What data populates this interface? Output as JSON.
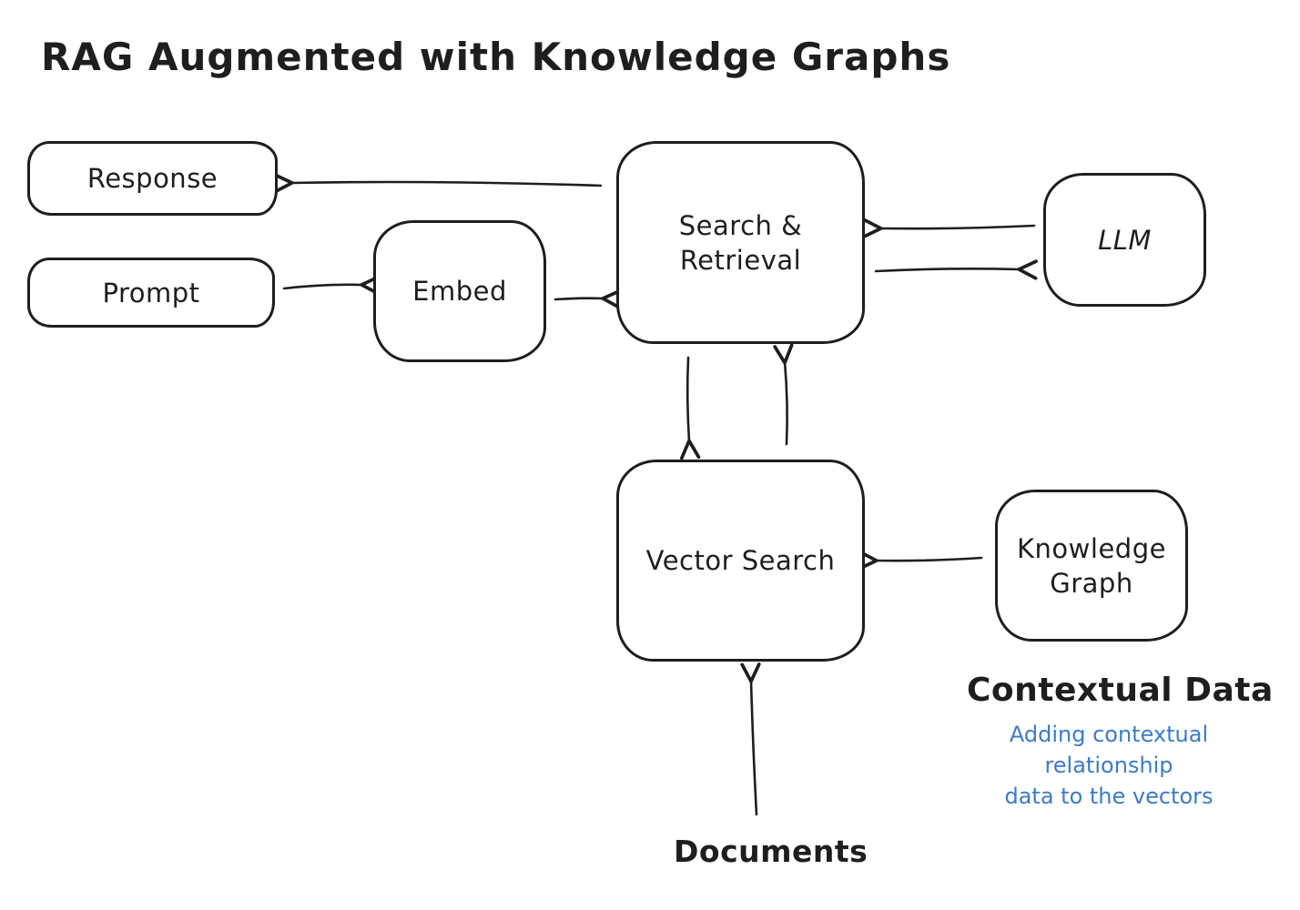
{
  "title": "RAG Augmented with Knowledge Graphs",
  "colors": {
    "stroke": "#1e1e1e",
    "background": "#ffffff",
    "annotation_blue": "#3b7bc8"
  },
  "nodes": {
    "response": {
      "label": "Response"
    },
    "prompt": {
      "label": "Prompt"
    },
    "embed": {
      "label": "Embed"
    },
    "search_retrieval": {
      "line1": "Search &",
      "line2": "Retrieval"
    },
    "llm": {
      "label": "LLM"
    },
    "vector_search": {
      "label": "Vector Search"
    },
    "knowledge_graph": {
      "line1": "Knowledge",
      "line2": "Graph"
    }
  },
  "annotations": {
    "contextual_data_title": "Contextual Data",
    "contextual_note_line1": "Adding contextual relationship",
    "contextual_note_line2": "data to the vectors",
    "documents_label": "Documents"
  },
  "edges": [
    {
      "from": "search_retrieval",
      "to": "response"
    },
    {
      "from": "prompt",
      "to": "embed"
    },
    {
      "from": "embed",
      "to": "search_retrieval"
    },
    {
      "from": "llm",
      "to": "search_retrieval"
    },
    {
      "from": "search_retrieval",
      "to": "llm"
    },
    {
      "from": "search_retrieval",
      "to": "vector_search"
    },
    {
      "from": "vector_search",
      "to": "search_retrieval"
    },
    {
      "from": "documents",
      "to": "vector_search"
    },
    {
      "from": "knowledge_graph",
      "to": "vector_search"
    }
  ]
}
